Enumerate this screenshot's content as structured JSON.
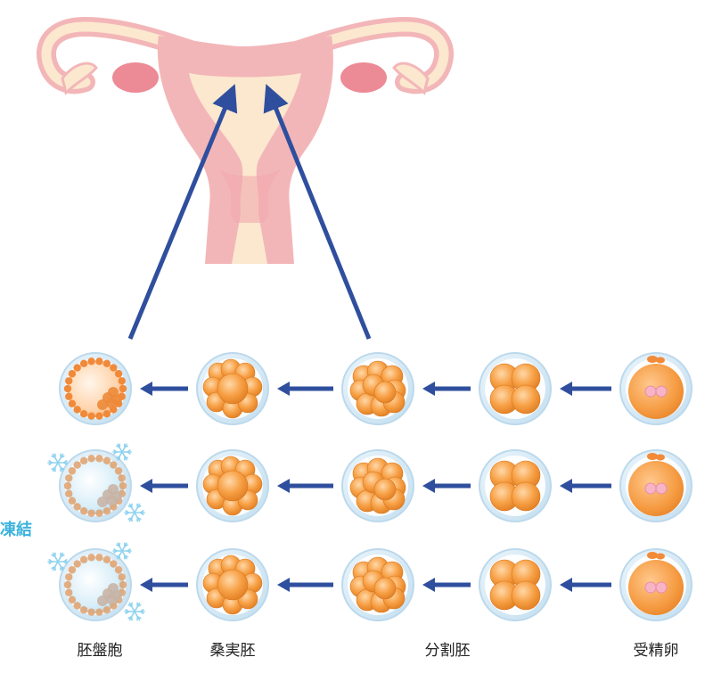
{
  "labels": {
    "blastocyst": "胚盤胞",
    "morula": "桑実胚",
    "cleavage": "分割胚",
    "fertilized_egg": "受精卵",
    "frozen": "凍結"
  },
  "rows": [
    {
      "frozen": false
    },
    {
      "frozen": true
    },
    {
      "frozen": true
    }
  ],
  "colors": {
    "arrow": "#2f4f9e",
    "uterus_outer": "#f3b6b8",
    "uterus_inner": "#fbe8cf",
    "ovary": "#ec8a95",
    "embryo_orange": "#f7a045",
    "zona": "#d9ecf8",
    "freeze": "#3bb2dc"
  }
}
